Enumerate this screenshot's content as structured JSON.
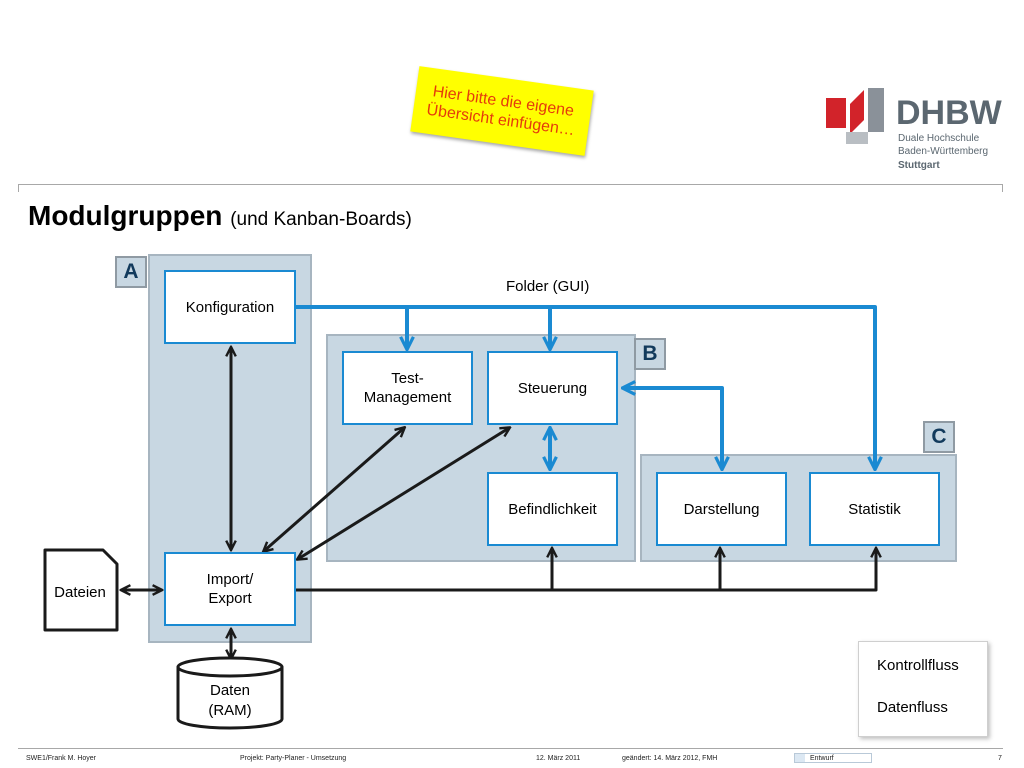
{
  "sticky_note": "Hier bitte die eigene\nÜbersicht einfügen…",
  "logo": {
    "title": "DHBW",
    "line1": "Duale Hochschule",
    "line2": "Baden-Württemberg",
    "line3": "Stuttgart",
    "colors": {
      "red": "#d2232a",
      "gray": "#5b6770"
    }
  },
  "slide": {
    "title": "Modulgruppen",
    "subtitle": "(und Kanban-Boards)"
  },
  "groups": {
    "a": "A",
    "b": "B",
    "c": "C"
  },
  "modules": {
    "konfiguration": "Konfiguration",
    "test_management": "Test-\nManagement",
    "steuerung": "Steuerung",
    "befindlichkeit": "Befindlichkeit",
    "darstellung": "Darstellung",
    "statistik": "Statistik",
    "import_export": "Import/\nExport"
  },
  "connection_label": "Folder (GUI)",
  "dateien": "Dateien",
  "daten": "Daten\n(RAM)",
  "legend": {
    "kontrollfluss": "Kontrollfluss",
    "datenfluss": "Datenfluss"
  },
  "colors": {
    "control_flow": "#1a8ad2",
    "data_flow": "#1a1a1a",
    "group_fill": "#c8d7e2",
    "sticky": "#ffff00",
    "sticky_text": "#e53c0b"
  },
  "footer": {
    "author": "SWE1/Frank M. Hoyer",
    "project": "Projekt: Party-Planer - Umsetzung",
    "date": "12. März 2011",
    "changed": "geändert: 14. März 2012, FMH",
    "status": "Entwurf",
    "page": "7"
  }
}
